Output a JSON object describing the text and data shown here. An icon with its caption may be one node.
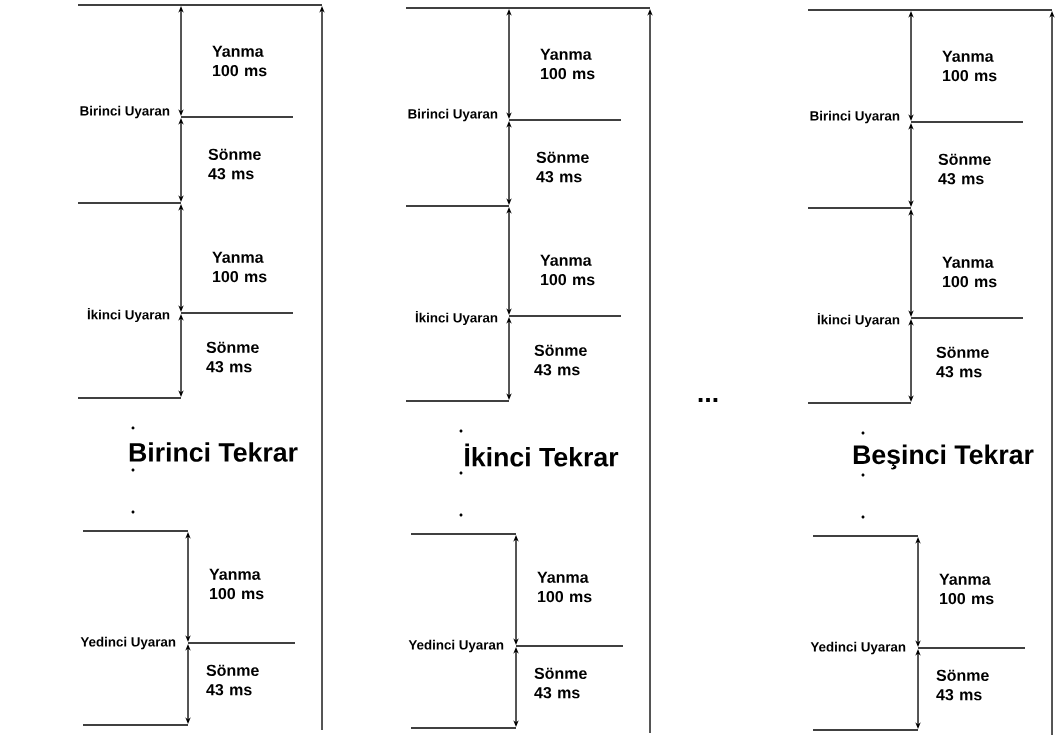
{
  "diagram": {
    "labels": [
      "Yanma 100 ms",
      "Birinci Uyaran",
      "Sönme 43 ms",
      "Yanma 100 ms",
      "İkinci Uyaran",
      "Sönme 43 ms",
      "Birinci Tekrar",
      "Yanma 100 ms",
      "Yedinci Uyaran",
      "Sönme 43 ms",
      "Yanma 100 ms",
      "Birinci Uyaran",
      "Sönme 43 ms",
      "Yanma 100 ms",
      "İkinci Uyaran",
      "Sönme 43 ms",
      "İkinci Tekrar",
      "Yanma 100 ms",
      "Yedinci Uyaran",
      "Sönme 43 ms",
      "...",
      "Yanma 100 ms",
      "Birinci Uyaran",
      "Sönme 43 ms",
      "Yanma 100 ms",
      "İkinci Uyaran",
      "Sönme 43 ms",
      "Beşinci Tekrar",
      "Yanma 100 ms",
      "Yedinci Uyaran",
      "Sönme 43 ms"
    ]
  }
}
